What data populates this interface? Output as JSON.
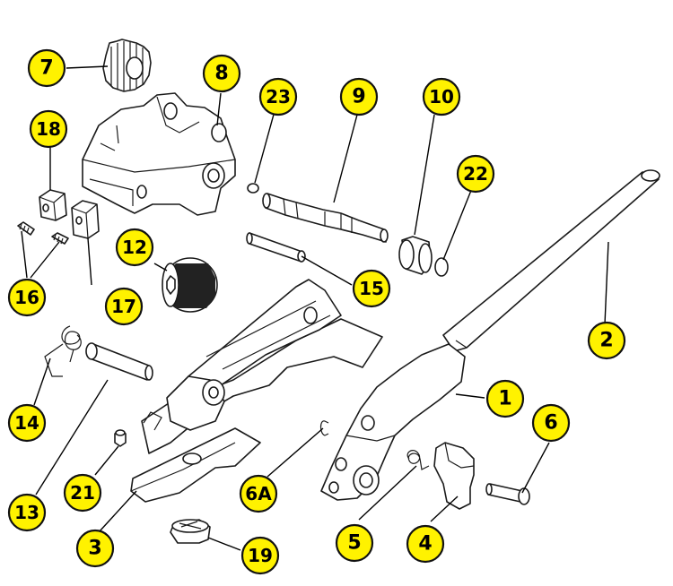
{
  "colors": {
    "badge_fill": "#FFF200",
    "badge_stroke": "#111111",
    "ink": "#1a1a1a"
  },
  "callouts": [
    {
      "id": "1",
      "label": "1"
    },
    {
      "id": "2",
      "label": "2"
    },
    {
      "id": "3",
      "label": "3"
    },
    {
      "id": "4",
      "label": "4"
    },
    {
      "id": "5",
      "label": "5"
    },
    {
      "id": "6",
      "label": "6"
    },
    {
      "id": "6A",
      "label": "6A"
    },
    {
      "id": "7",
      "label": "7"
    },
    {
      "id": "8",
      "label": "8"
    },
    {
      "id": "9",
      "label": "9"
    },
    {
      "id": "10",
      "label": "10"
    },
    {
      "id": "12",
      "label": "12"
    },
    {
      "id": "13",
      "label": "13"
    },
    {
      "id": "14",
      "label": "14"
    },
    {
      "id": "15",
      "label": "15"
    },
    {
      "id": "16",
      "label": "16"
    },
    {
      "id": "17",
      "label": "17"
    },
    {
      "id": "18",
      "label": "18"
    },
    {
      "id": "19",
      "label": "19"
    },
    {
      "id": "21",
      "label": "21"
    },
    {
      "id": "22",
      "label": "22"
    },
    {
      "id": "23",
      "label": "23"
    }
  ]
}
